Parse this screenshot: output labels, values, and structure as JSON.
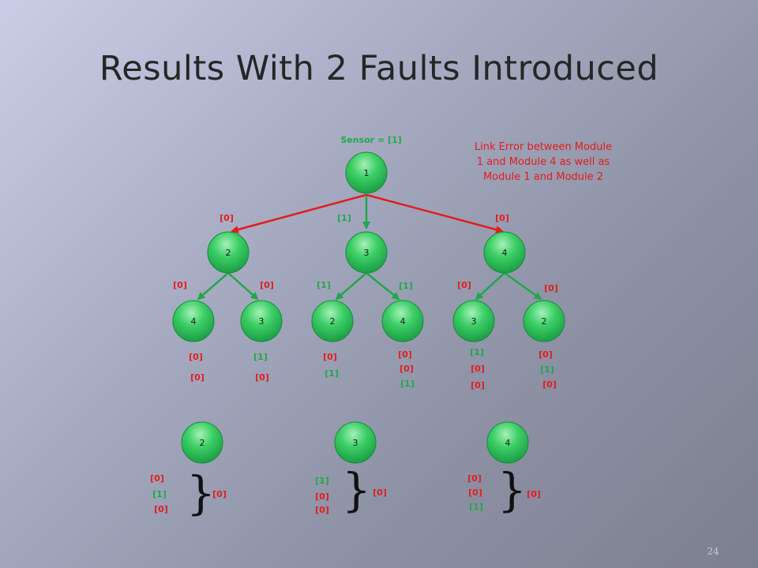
{
  "title": "Results With 2 Faults Introduced",
  "sensor_label": "Sensor = [1]",
  "note_lines": [
    "Link Error between Module",
    "1 and Module 4 as well as",
    "Module 1 and Module 2"
  ],
  "page_number": "24",
  "colors": {
    "fault": "#e11d1d",
    "ok": "#1fa84a",
    "node_fill": "#2fc25a"
  },
  "nodes": {
    "root": "1",
    "level1": [
      "2",
      "3",
      "4"
    ],
    "level2": [
      "4",
      "3",
      "2",
      "4",
      "3",
      "2"
    ],
    "bottom": [
      "2",
      "3",
      "4"
    ]
  },
  "edge_labels": {
    "level1": [
      "[0]",
      "[1]",
      "[0]"
    ],
    "level2": [
      "[0]",
      "[0]",
      "[1]",
      "[1]",
      "[0]",
      "[0]"
    ]
  },
  "leaf_values": [
    [
      "[0]",
      "[0]"
    ],
    [
      "[1]",
      "[0]"
    ],
    [
      "[0]",
      "[1]"
    ],
    [
      "[0]",
      "[0]",
      "[1]"
    ],
    [
      "[1]",
      "[0]",
      "[0]"
    ],
    [
      "[0]",
      "[1]",
      "[0]"
    ]
  ],
  "results": [
    {
      "values": [
        "[0]",
        "[1]",
        "[0]"
      ],
      "result": "[0]"
    },
    {
      "values": [
        "[1]",
        "[0]",
        "[0]"
      ],
      "result": "[0]"
    },
    {
      "values": [
        "[0]",
        "[0]",
        "[1]"
      ],
      "result": "[0]"
    }
  ]
}
